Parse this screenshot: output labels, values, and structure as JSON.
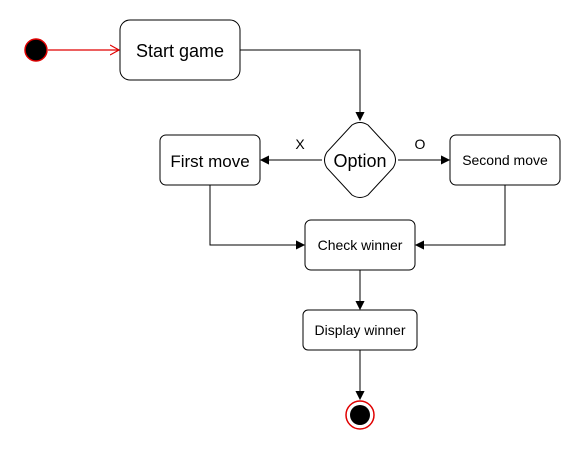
{
  "diagram": {
    "nodes": {
      "start_game": "Start game",
      "option": "Option",
      "first_move": "First move",
      "second_move": "Second move",
      "check_winner": "Check winner",
      "display_winner": "Display winner"
    },
    "edge_labels": {
      "x": "X",
      "o": "O"
    }
  },
  "colors": {
    "start_stroke": "#e00000",
    "line": "#000000",
    "fill": "#ffffff"
  }
}
